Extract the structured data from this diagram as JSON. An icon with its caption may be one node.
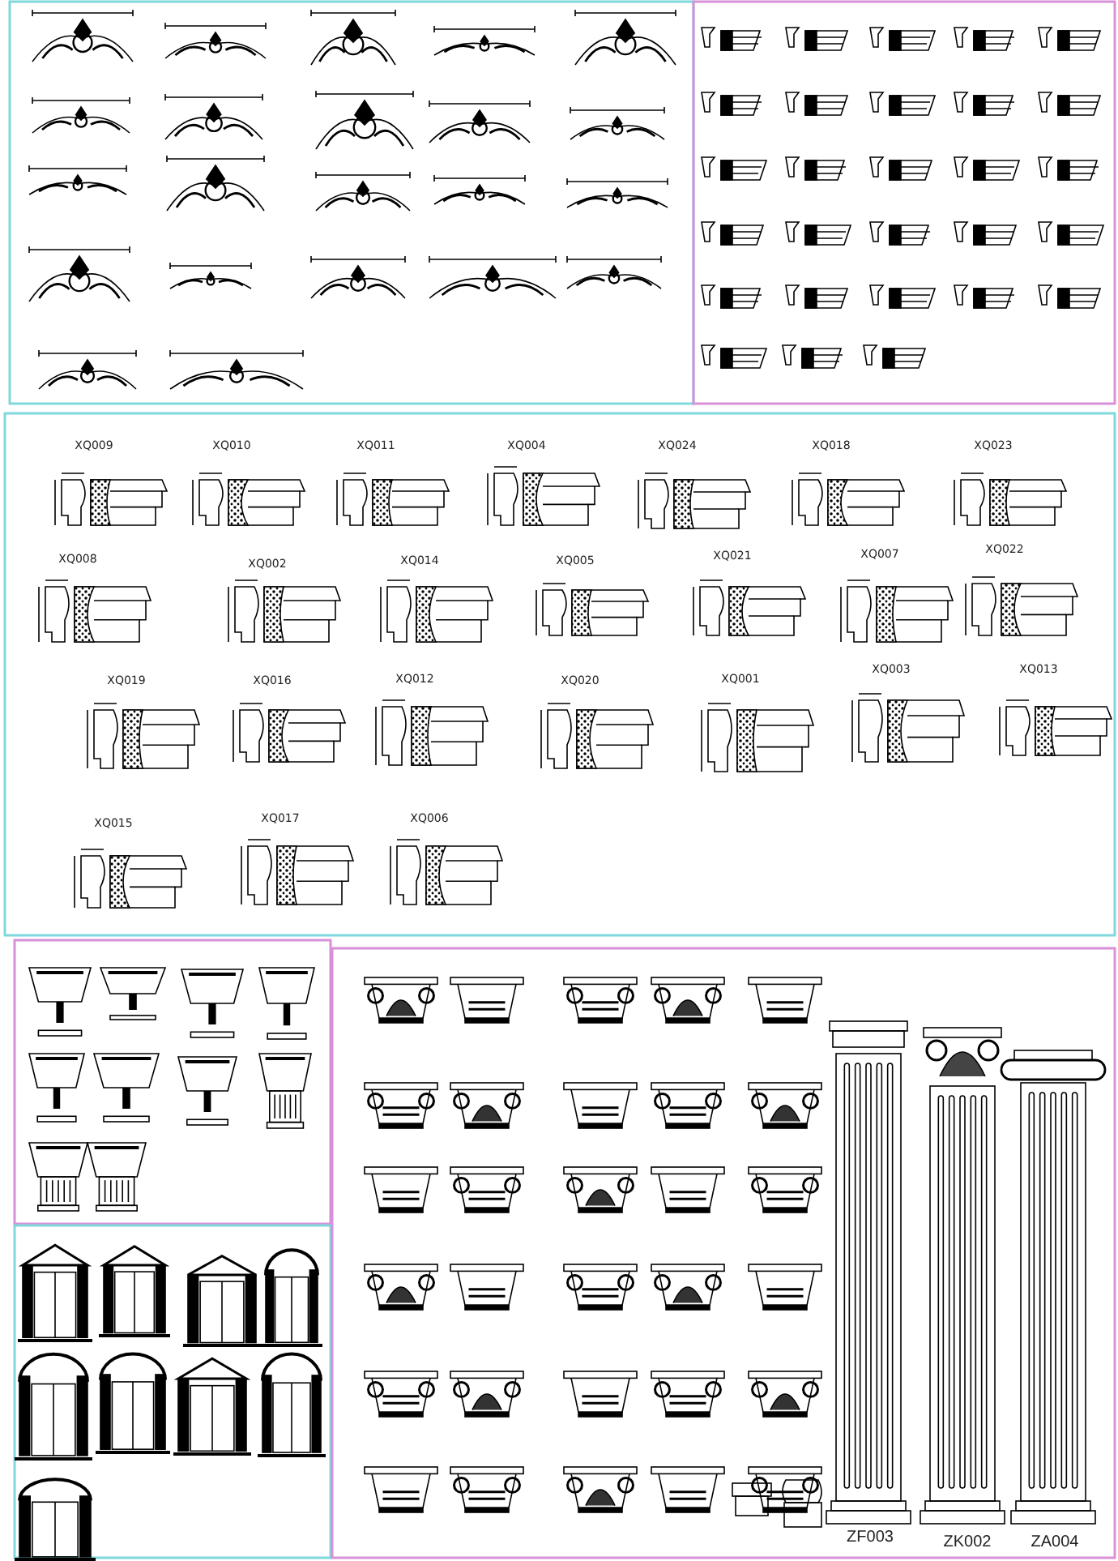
{
  "diagram": {
    "labels": [
      "XQ009",
      "XQ010",
      "XQ011",
      "XQ004",
      "XQ024",
      "XQ018",
      "XQ023",
      "XQ008",
      "XQ002",
      "XQ014",
      "XQ005",
      "XQ021",
      "XQ007",
      "XQ022",
      "XQ019",
      "XQ016",
      "XQ012",
      "XQ020",
      "XQ001",
      "XQ003",
      "XQ013",
      "XQ015",
      "XQ017",
      "XQ006",
      "ZF003",
      "ZK002",
      "ZA004"
    ]
  }
}
